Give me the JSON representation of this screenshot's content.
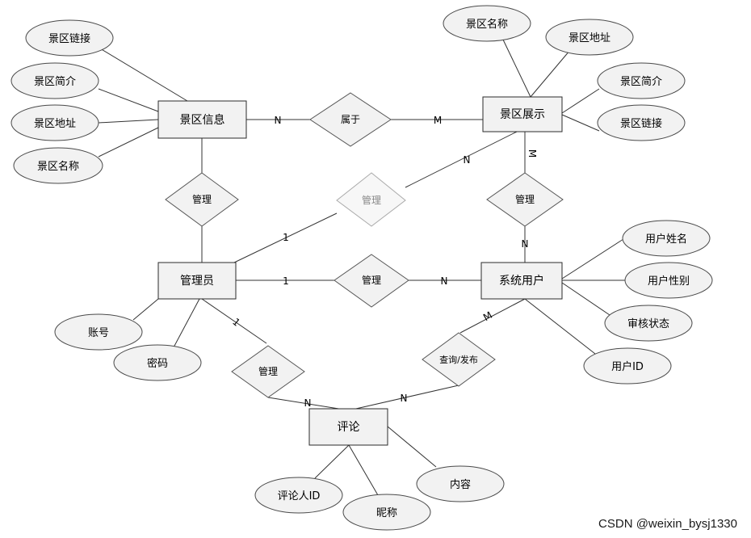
{
  "entities": {
    "scenic_info": "景区信息",
    "scenic_display": "景区展示",
    "admin": "管理员",
    "system_user": "系统用户",
    "comment": "评论"
  },
  "relationships": {
    "belongs_to": "属于",
    "manage_scenic_info": "管理",
    "manage_scenic_display": "管理",
    "display_user": "管理",
    "admin_user": "管理",
    "admin_comment": "管理",
    "query_publish": "查询/发布"
  },
  "attributes": {
    "scenic_info": [
      "景区链接",
      "景区简介",
      "景区地址",
      "景区名称"
    ],
    "scenic_display": [
      "景区名称",
      "景区地址",
      "景区简介",
      "景区链接"
    ],
    "system_user": [
      "用户姓名",
      "用户性别",
      "审核状态",
      "用户ID"
    ],
    "admin": [
      "账号",
      "密码"
    ],
    "comment": [
      "评论人ID",
      "昵称",
      "内容"
    ]
  },
  "cardinalities": {
    "info_belongs": "N",
    "display_belongs": "M",
    "admin_manage_display": "1",
    "display_manage_admin": "N",
    "display_user_top": "M",
    "display_user_bottom": "N",
    "admin_user": "1",
    "user_admin": "N",
    "admin_comment_top": "1",
    "admin_comment_bottom": "N",
    "user_comment_top": "M",
    "user_comment_bottom": "N"
  },
  "watermark": "CSDN @weixin_bysj1330"
}
